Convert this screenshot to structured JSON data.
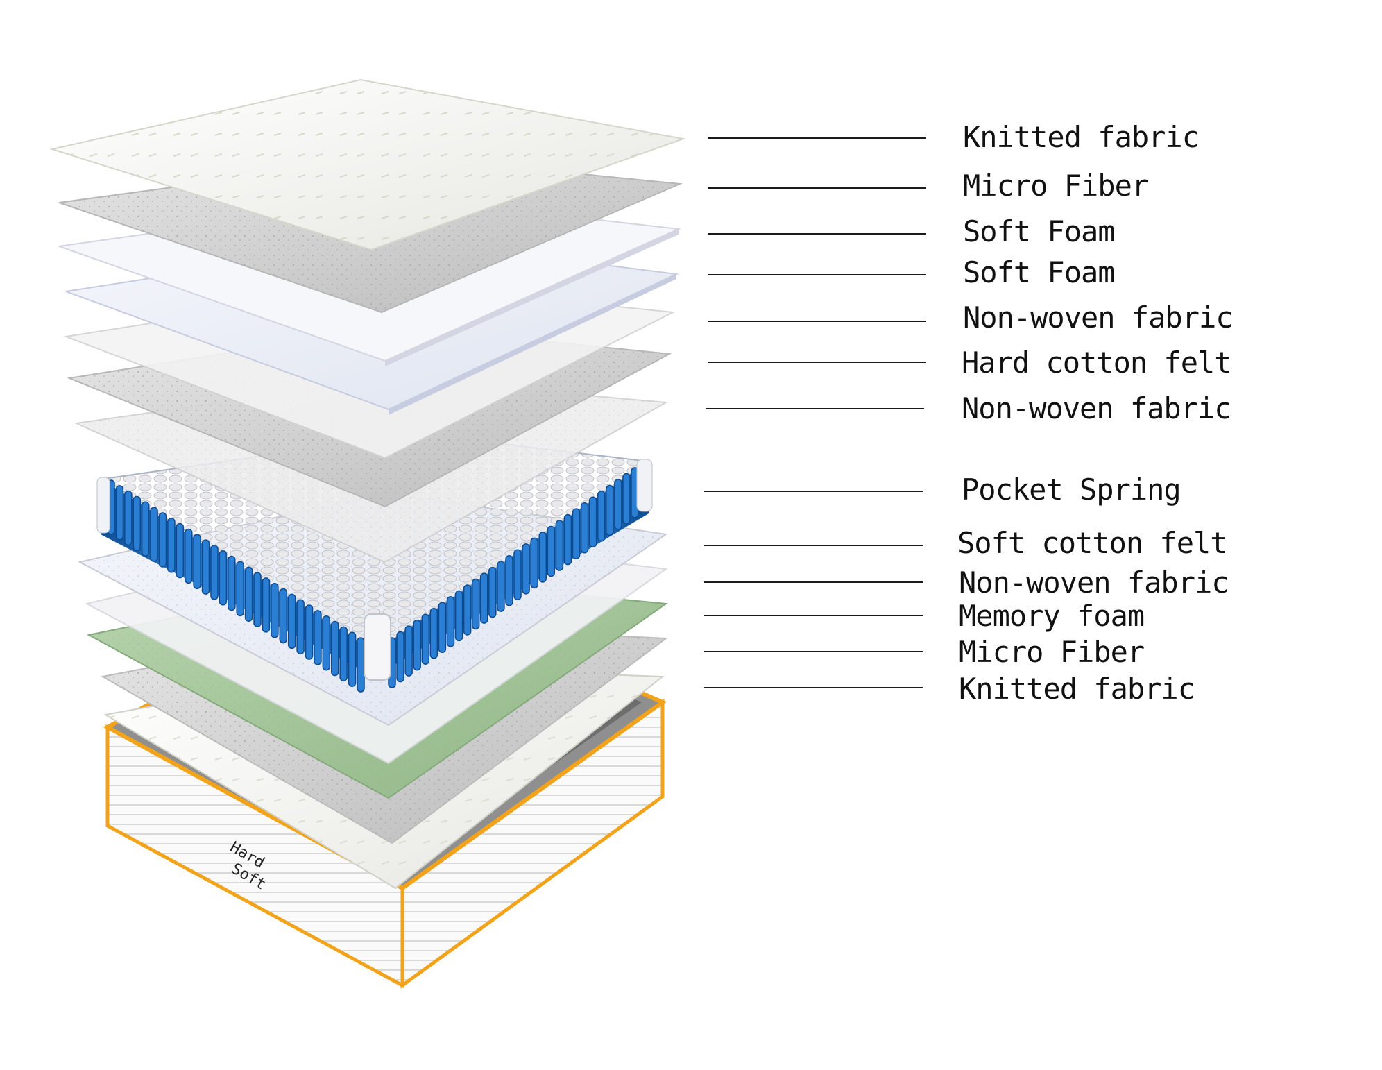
{
  "layers": [
    {
      "label": "Knitted fabric"
    },
    {
      "label": "Micro Fiber"
    },
    {
      "label": "Soft Foam"
    },
    {
      "label": "Soft Foam"
    },
    {
      "label": "Non-woven fabric"
    },
    {
      "label": "Hard cotton felt"
    },
    {
      "label": "Non-woven fabric"
    },
    {
      "label": "Pocket Spring"
    },
    {
      "label": "Soft cotton felt"
    },
    {
      "label": "Non-woven fabric"
    },
    {
      "label": "Memory foam"
    },
    {
      "label": "Micro Fiber"
    },
    {
      "label": "Knitted fabric"
    }
  ],
  "base_side_text": {
    "line1": "Hard",
    "line2": "Soft"
  },
  "colors": {
    "spring_blue": "#1f6fc0",
    "memory_green": "#a9c9a0",
    "base_trim": "#f2a31a"
  }
}
